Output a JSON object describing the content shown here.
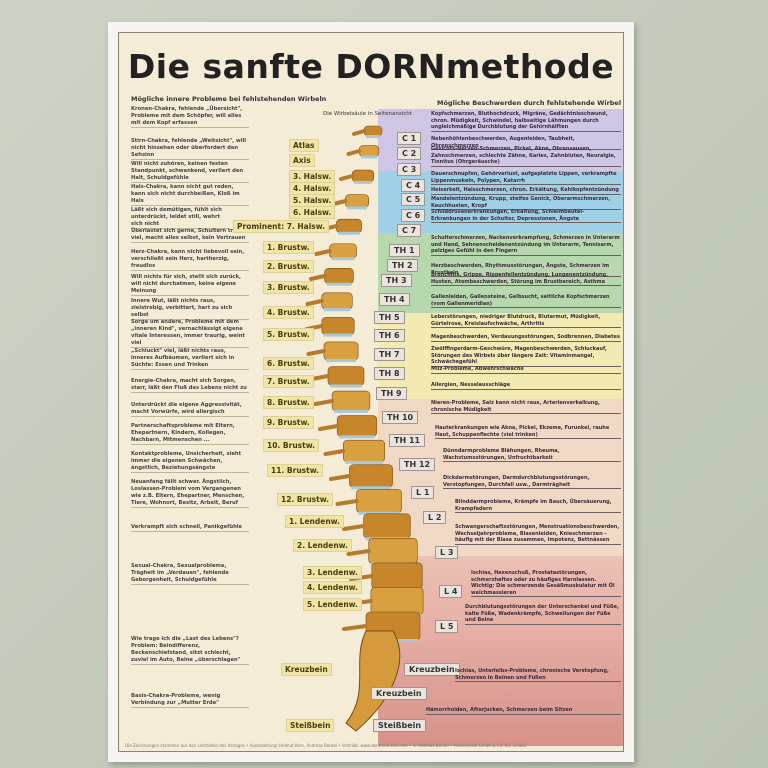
{
  "title": "Die sanfte DORNmethode",
  "left_header": "Mögliche innere Probleme bei fehlstehenden Wirbeln",
  "center_header": "Die Wirbelsäule in Seitenansicht",
  "right_header": "Mögliche Beschwerden durch fehlstehende Wirbel",
  "left_texts": [
    "Kronen-Chakra, fehlende „Übersicht\", Probleme mit dem Schöpfer, will alles mit dem Kopf erfassen",
    "Stirn-Chakra, fehlende „Weitsicht\", will nicht hinsehen oder überfordert den Sehsinn",
    "Will nicht zuhören, keinen festen Standpunkt, schwankend, verliert den Halt, Schuldgefühle",
    "Hals-Chakra, kann nicht gut reden, kann sich nicht durchbeißen, Kloß im Hals",
    "Läßt sich demütigen, fühlt sich unterdrückt, leidet still, wehrt sich nicht",
    "Überlastet sich gerne, Schultern tragen viel, macht alles selbst, kein Vertrauen",
    "Herz-Chakra, kann nicht liebevoll sein, verschließt sein Herz, hartherzig, freudlos",
    "Will nichts für sich, stellt sich zurück, will nicht durchatmen, keine eigene Meinung",
    "Innere Wut, läßt nichts raus, zielstrebig, verbittert, hart zu sich selbst",
    "Sorge um andere, Probleme mit dem „inneren Kind\", vernachlässigt eigene vitale Interessen, immer traurig, weint viel",
    "„Schluckt\" viel, läßt nichts raus, inneres Aufbäumen, verliert sich in Süchte: Essen und Trinken",
    "Energie-Chakra, macht sich Sorgen, starr, läßt den Fluß des Lebens nicht zu",
    "Unterdrückt die eigene Aggressivität, macht Vorwürfe, wird allergisch",
    "Partnerschaftsprobleme mit Eltern, Ehepartnern, Kindern, Kollegen, Nachbarn, Mitmenschen ...",
    "Kontaktprobleme, Unsicherheit, sieht immer die eigenen Schwächen, ängstlich, Beziehungsängste",
    "Neuanfang fällt schwer. Ängstlich, Loslassen-Problem vom Vergangenen wie z.B. Eltern, Ehepartner, Menschen, Tiere, Wohnort, Besitz, Arbeit, Beruf",
    "Verkrampft sich schnell, Panikgefühle",
    "Sexual-Chakra, Sexualprobleme, Trägheit im „Verdauen\", fehlende Geborgenheit, Schuldgefühle",
    "Wie trage ich die „Last des Lebens\"? Problem: Beindifferenz, Beckenschiefstand, sitzt schlecht, zuviel im Auto, Beine „überschlagen\"",
    "Basis-Chakra-Probleme, wenig Verbindung zur „Mutter Erde\""
  ],
  "left_labels": [
    "Atlas",
    "Axis",
    "3. Halsw.",
    "4. Halsw.",
    "5. Halsw.",
    "6. Halsw.",
    "Prominent: 7. Halsw.",
    "1. Brustw.",
    "2. Brustw.",
    "3. Brustw.",
    "4. Brustw.",
    "5. Brustw.",
    "6. Brustw.",
    "7. Brustw.",
    "8. Brustw.",
    "9. Brustw.",
    "10. Brustw.",
    "11. Brustw.",
    "12. Brustw.",
    "1. Lendenw.",
    "2. Lendenw.",
    "3. Lendenw.",
    "4. Lendenw.",
    "5. Lendenw.",
    "Kreuzbein",
    "Steißbein"
  ],
  "right_labels": [
    "C 1",
    "C 2",
    "C 3",
    "C 4",
    "C 5",
    "C 6",
    "C 7",
    "TH 1",
    "TH 2",
    "TH 3",
    "TH 4",
    "TH 5",
    "TH 6",
    "TH 7",
    "TH 8",
    "TH 9",
    "TH 10",
    "TH 11",
    "TH 12",
    "L 1",
    "L 2",
    "L 3",
    "L 4",
    "L 5",
    "Kreuzbein",
    "Kreuzbein",
    "Steißbein"
  ],
  "right_texts": [
    "Kopfschmerzen, Bluthochdruck, Migräne, Gedächtnisschwund, chron. Müdigkeit, Schwindel, halbseitige Lähmungen durch ungleichmäßige Durchblutung der Gehirnhälften",
    "Nebenhöhlenbeschwerden, Augenleiden, Taubheit, Ohrenschmerzen",
    "Gesichts-Nerven-Schmerzen, Pickel, Akne, Ohrensausen, Zahnschmerzen, schlechte Zähne, Karies, Zahnbluten, Neuralgie, Tinnitus (Ohrgeräusche)",
    "Dauerschnupfen, Gehörverlust, aufgeplatzte Lippen, verkrampfte Lippenmuskeln, Polypen, Katarrh",
    "Heiserkeit, Halsschmerzen, chron. Erkältung, Kehlkopfentzündung",
    "Mandelentzündung, Krupp, steifes Genick, Oberarmschmerzen, Keuchhusten, Kropf",
    "Schilddrüsenerkrankungen, Erkältung, Schleimbeutel-Erkrankungen in der Schulter, Depressionen, Ängste",
    "Schulterschmerzen, Nackenverkrampfung, Schmerzen in Unterarm und Hand, Sehnenscheidenentzündung im Unterarm, Tennisarm, pelziges Gefühl in den Fingern",
    "Herzbeschwerden, Rhythmusstörungen, Ängste, Schmerzen im Brustbein",
    "Bronchitis, Grippe, Rippenfellentzündung, Lungenentzündung, Husten, Atembeschwerden, Störung im Brustbereich, Asthma",
    "Gallenleiden, Gallensteine, Gelbsucht, seitliche Kopfschmerzen (vom Gallenmeridian)",
    "Leberstörungen, niedriger Blutdruck, Blutarmut, Müdigkeit, Gürtelrose, Kreislaufschwäche, Arthritis",
    "Magenbeschwerden, Verdauungsstörungen, Sodbrennen, Diabetes",
    "Zwölffingerdarm-Geschwüre, Magenbeschwerden, Schluckauf, Störungen des Wirbels über längere Zeit: Vitaminmangel, Schwächegefühl",
    "Milz-Probleme, Abwehrschwäche",
    "Allergien, Nesselausschläge",
    "Nieren-Probleme, Salz kann nicht raus, Arterienverkalkung, chronische Müdigkeit",
    "Hauterkrankungen wie Akne, Pickel, Ekzeme, Furunkel, rauhe Haut, Schuppenflechte (viel trinken)",
    "Dünndarmprobleme Blähungen, Rheuma, Wachstumsstörungen, Unfruchtbarkeit",
    "Dickdarmstörungen, Darmdurchblutungsstörungen, Verstopfungen, Durchfall usw., Darmträgheit",
    "Blinddarmprobleme, Krämpfe im Bauch, Übersäuerung, Krampfadern",
    "Schwangerschaftsstörungen, Menstruationsbeschwerden, Wechseljahrprobleme, Blasenleiden, Knieschmerzen - häufig mit der Blase zusammen, Impotenz, Bettnässen",
    "Ischias, Hexenschuß, Prostatastörungen, schmerzhaftes oder zu häufiges Harnlassen. Wichtig: Die schmerzende Gesäßmuskulatur mit Öl weichmassieren",
    "Durchblutungsstörungen der Unterschenkel und Füße, kalte Füße, Wadenkrämpfe, Schwellungen der Füße und Beine",
    "Ischias, Unterleibs-Probleme, chronische Verstopfung, Schmerzen in Beinen und Füßen",
    "Hämorrhoiden, Afterjucken, Schmerzen beim Sitzen"
  ],
  "footer": "Die Zeichnungen stammen aus den Lehrtafeln des Verlages • Ausarbeitung: Helmut Kern, Andreas Bordel • Vertrieb: www.dornmethode.com • © Andreas Bordel • Medieninsel GmbH & Co. KG, Lindau",
  "colors": {
    "purple": "#cfc6e6",
    "blue": "#9fd0e6",
    "green": "#b7d8ae",
    "yellow": "#f2eab2",
    "peach": "#f0d9c4",
    "pink": "#e8b4aa",
    "red": "#dc9c94",
    "label": "#efe6a6"
  }
}
